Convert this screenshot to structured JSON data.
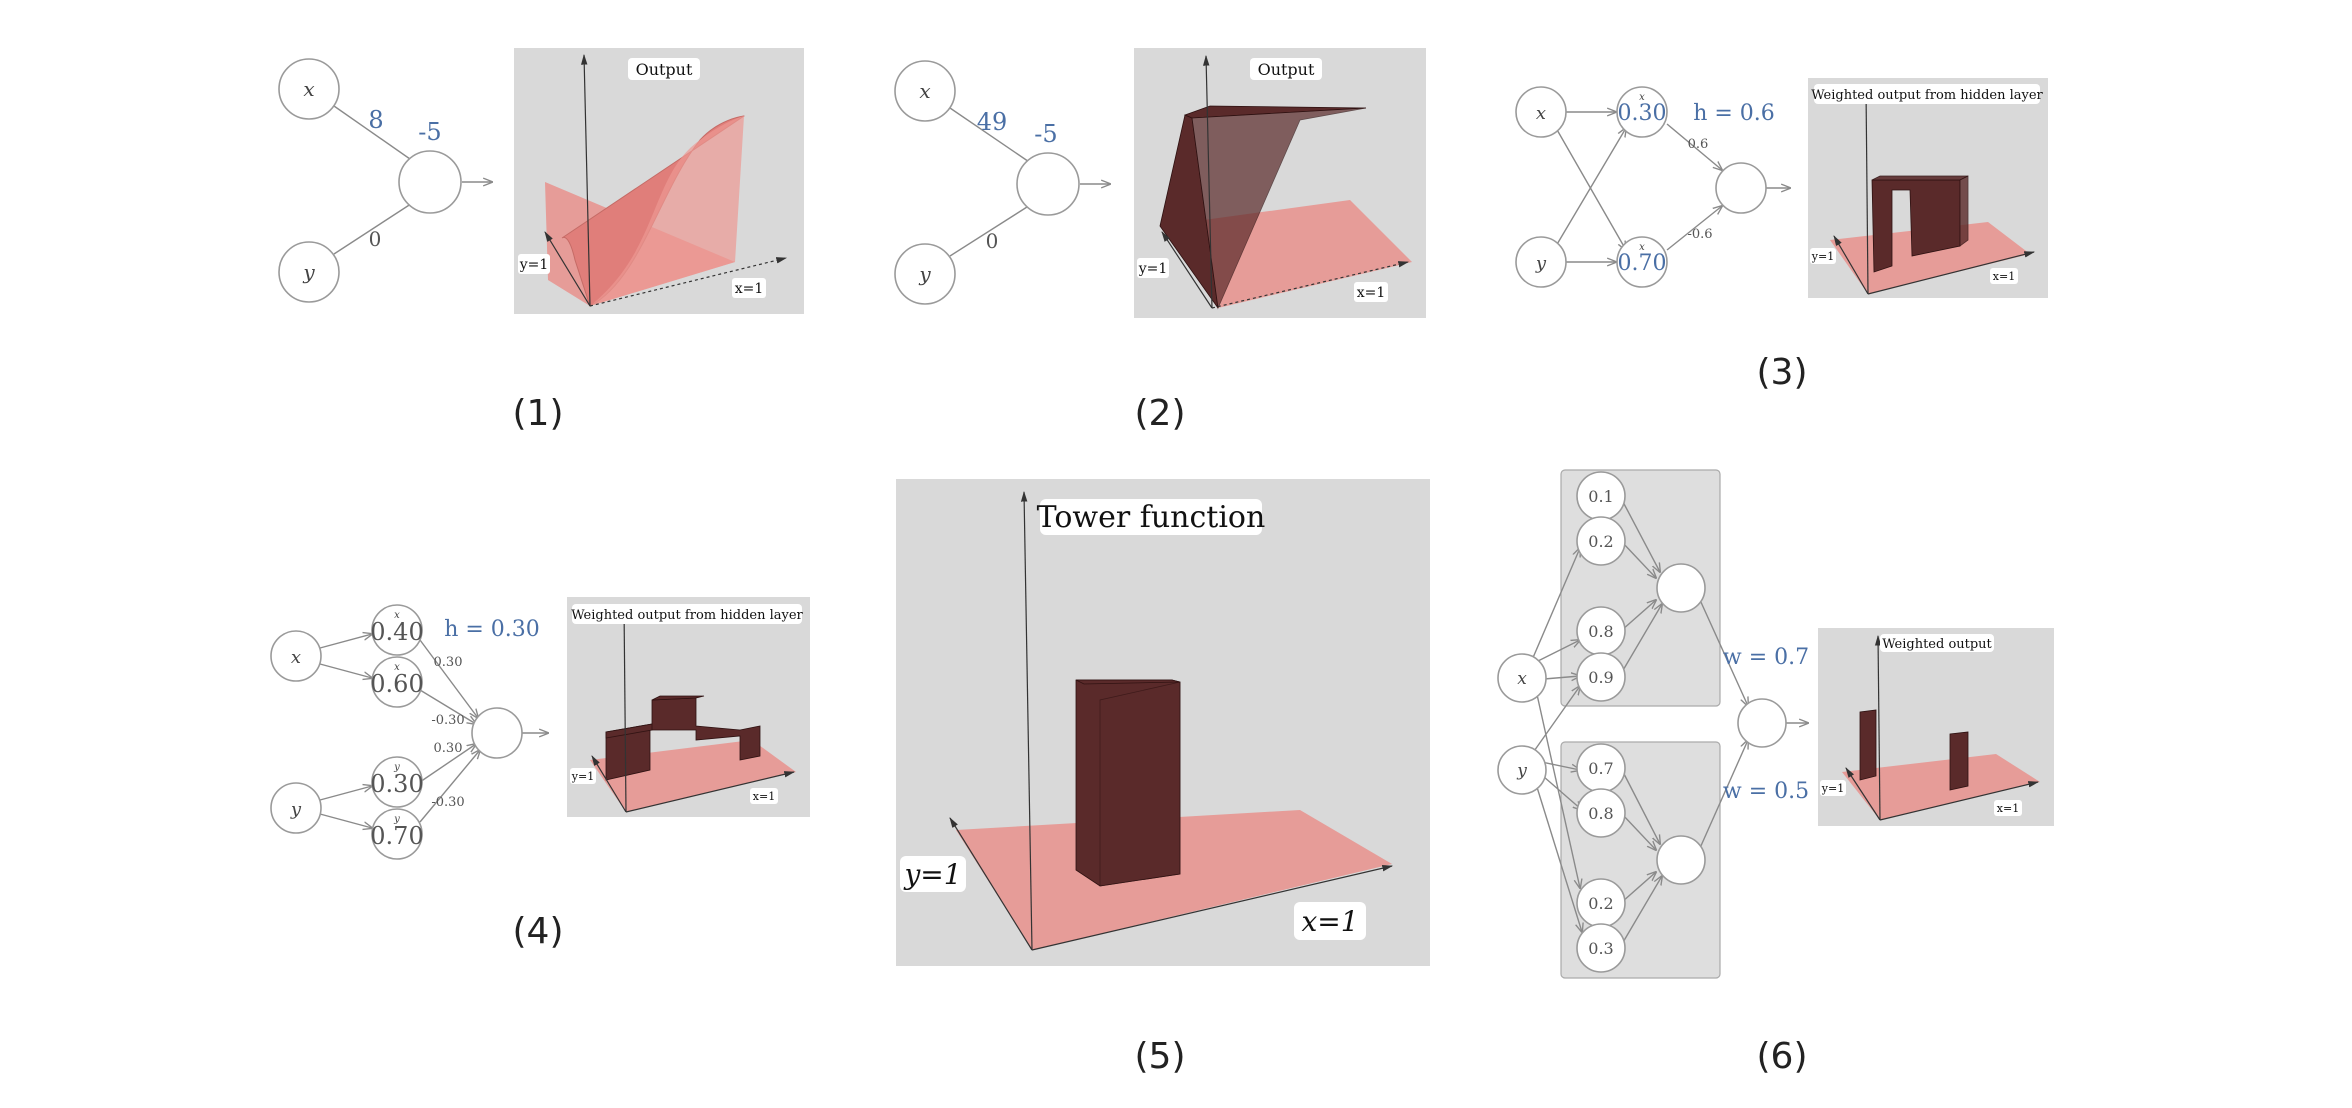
{
  "panels": [
    {
      "label": "(1)",
      "x": "x",
      "y": "y",
      "w_x": "8",
      "w_y": "0",
      "bias": "-5",
      "plot_title": "Output",
      "ylab": "y=1",
      "xlab": "x=1"
    },
    {
      "label": "(2)",
      "x": "x",
      "y": "y",
      "w_x": "49",
      "w_y": "0",
      "bias": "-5",
      "plot_title": "Output",
      "ylab": "y=1",
      "xlab": "x=1"
    },
    {
      "label": "(3)",
      "x": "x",
      "y": "y",
      "n1": "0.30",
      "n2": "0.70",
      "n1_var": "x",
      "n2_var": "x",
      "h": "h = 0.6",
      "w1": "0.6",
      "w2": "-0.6",
      "plot_title": "Weighted output from hidden layer",
      "ylab": "y=1",
      "xlab": "x=1"
    },
    {
      "label": "(4)",
      "x": "x",
      "y": "y",
      "n1": "0.40",
      "n2": "0.60",
      "n3": "0.30",
      "n4": "0.70",
      "n1_var": "x",
      "n2_var": "x",
      "n3_var": "y",
      "n4_var": "y",
      "h": "h = 0.30",
      "w1": "0.30",
      "w2": "-0.30",
      "w3": "0.30",
      "w4": "-0.30",
      "plot_title": "Weighted output from hidden layer",
      "ylab": "y=1",
      "xlab": "x=1"
    },
    {
      "label": "(5)",
      "plot_title": "Tower function",
      "ylab": "y=1",
      "xlab": "x=1"
    },
    {
      "label": "(6)",
      "x": "x",
      "y": "y",
      "top_nodes": [
        "0.1",
        "0.2",
        "0.8",
        "0.9"
      ],
      "bottom_nodes": [
        "0.7",
        "0.8",
        "0.2",
        "0.3"
      ],
      "w_top": "w = 0.7",
      "w_bottom": "w = 0.5",
      "plot_title": "Weighted output",
      "ylab": "y=1",
      "xlab": "x=1"
    }
  ]
}
